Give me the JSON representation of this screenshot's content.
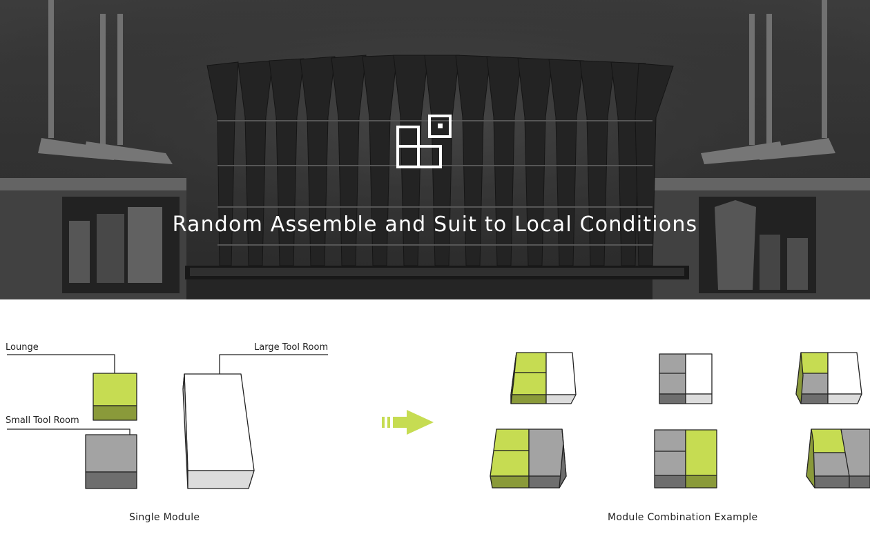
{
  "hero": {
    "title": "Random Assemble and Suit to Local Conditions",
    "logo_icon": "module-grid-icon",
    "photo_description_icon": "broom-bundles-photo"
  },
  "single_module": {
    "labels": {
      "lounge": "Lounge",
      "small_tool_room": "Small Tool Room",
      "large_tool_room": "Large Tool Room"
    },
    "caption": "Single Module"
  },
  "combination": {
    "arrow_icon": "right-arrow-icon",
    "caption": "Module Combination Example"
  },
  "colors": {
    "green": "#c6dc52",
    "green_dark": "#8a9a3a",
    "gray": "#a3a3a3",
    "gray_dark": "#6e6e6e",
    "white": "#ffffff",
    "white_side": "#dcdcdc",
    "stroke": "#222222"
  }
}
